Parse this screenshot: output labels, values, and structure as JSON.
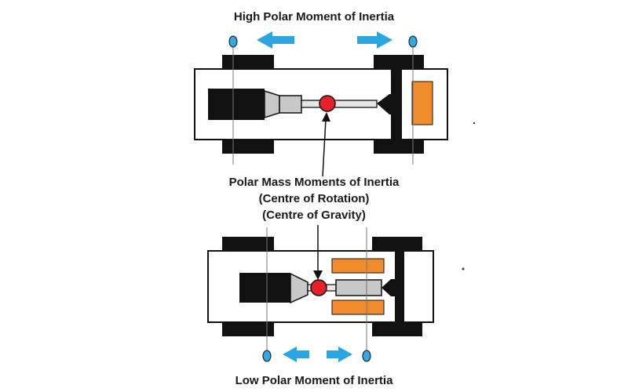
{
  "labels": {
    "top_title": "High Polar Moment of Inertia",
    "center_line1": "Polar Mass Moments of Inertia",
    "center_line2": "(Centre of Rotation)",
    "center_line3": "(Centre of Gravity)",
    "bottom_title": "Low Polar Moment of Inertia"
  },
  "colors": {
    "arrow": "#2aa6e0",
    "cg_marker": "#e8202a",
    "mass_block": "#f08c2e",
    "engine": "#111111",
    "gearbox": "#c8c8c8",
    "axis_marker": "#34a9e1",
    "outline": "#111111"
  }
}
